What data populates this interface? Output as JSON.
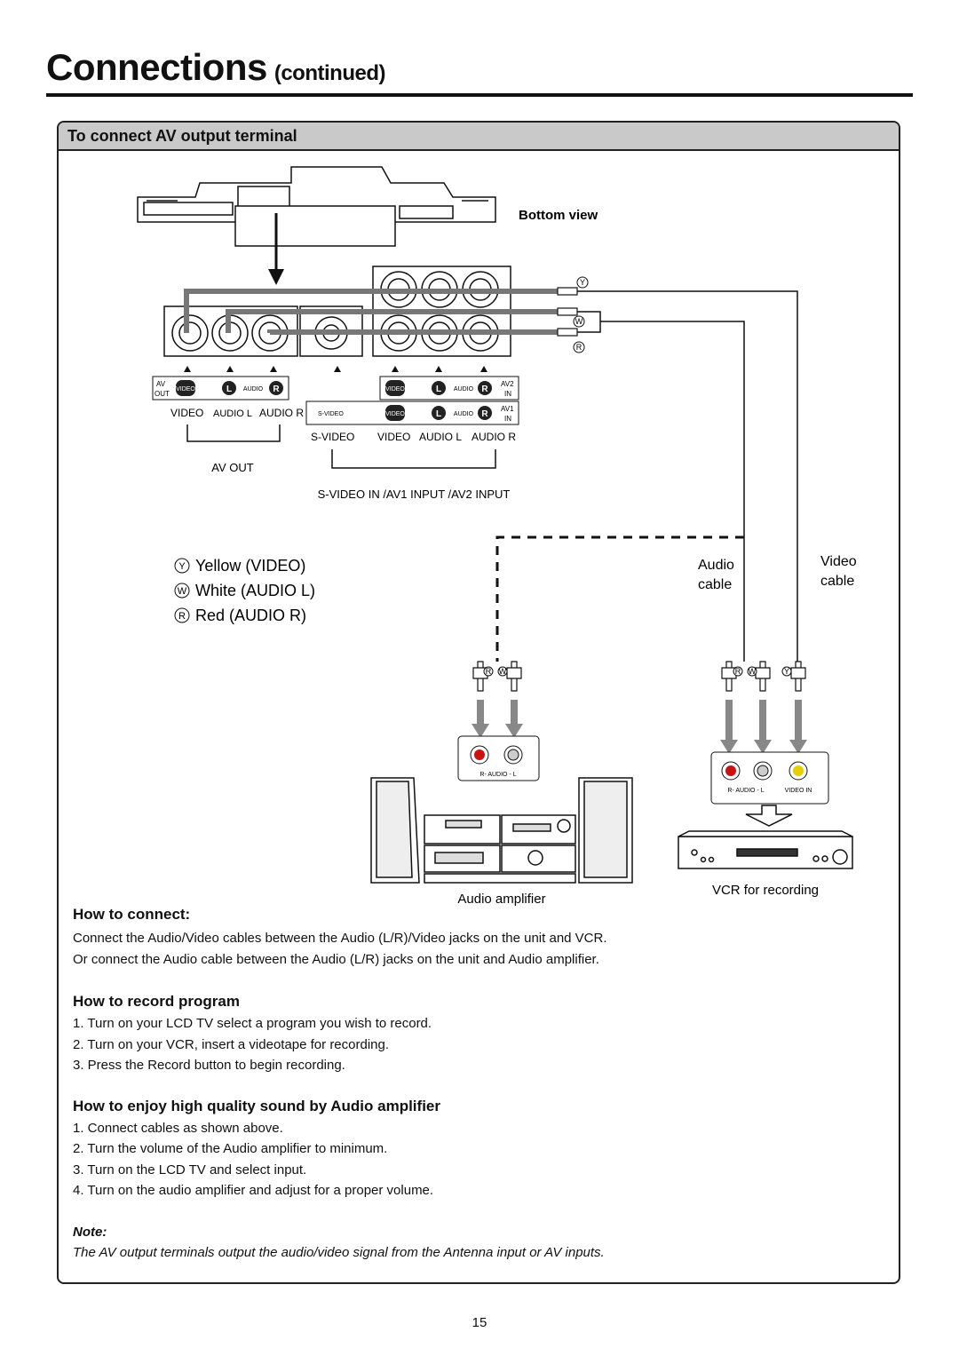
{
  "header": {
    "title": "Connections",
    "continued": "(continued)"
  },
  "panel": {
    "title": "To connect AV output terminal"
  },
  "diagram": {
    "bottom_view": "Bottom view",
    "av_out_box": {
      "av": "AV",
      "out": "OUT",
      "video": "VIDEO",
      "l": "L",
      "audio": "AUDIO",
      "r": "R"
    },
    "av2_box": {
      "video": "VIDEO",
      "l": "L",
      "audio": "AUDIO",
      "r": "R",
      "av2": "AV2",
      "in": "IN"
    },
    "av1_box": {
      "svideo": "S-VIDEO",
      "video": "VIDEO",
      "l": "L",
      "audio": "AUDIO",
      "r": "R",
      "av1": "AV1",
      "in": "IN"
    },
    "under_left": {
      "video": "VIDEO",
      "audio_l": "AUDIO L",
      "audio_r": "AUDIO R"
    },
    "under_right": {
      "svideo": "S-VIDEO",
      "video": "VIDEO",
      "audio_l": "AUDIO L",
      "audio_r": "AUDIO R"
    },
    "av_out_label": "AV OUT",
    "inputs_label": "S-VIDEO IN /AV1 INPUT /AV2 INPUT",
    "legend": [
      {
        "letter": "Y",
        "text": "Yellow (VIDEO)"
      },
      {
        "letter": "W",
        "text": "White (AUDIO L)"
      },
      {
        "letter": "R",
        "text": "Red (AUDIO R)"
      }
    ],
    "audio_cable": [
      "Audio",
      "cable"
    ],
    "video_cable": [
      "Video",
      "cable"
    ],
    "plug_letters": {
      "y": "Y",
      "w": "W",
      "r": "R"
    },
    "amp_jack_label": "R- AUDIO - L",
    "vcr_jack_label_audio": "R- AUDIO - L",
    "vcr_jack_label_video": "VIDEO IN",
    "audio_amplifier": "Audio amplifier",
    "vcr_for_recording": "VCR for recording"
  },
  "how_to_connect": {
    "heading": "How to connect:",
    "lines": [
      "Connect the Audio/Video cables between the Audio (L/R)/Video jacks on the unit and VCR.",
      "Or connect the Audio cable between the Audio (L/R) jacks on the unit and Audio amplifier."
    ]
  },
  "how_to_record": {
    "heading": "How to record program",
    "lines": [
      "1. Turn on your LCD TV  select a program you wish to record.",
      "2. Turn on your VCR, insert a videotape for recording.",
      "3. Press the Record button to begin recording."
    ]
  },
  "how_to_enjoy": {
    "heading": "How to enjoy high quality sound by Audio amplifier",
    "lines": [
      "1. Connect cables as shown above.",
      "2. Turn the volume of the Audio amplifier to minimum.",
      "3. Turn on the LCD TV and select input.",
      "4. Turn on the audio amplifier and adjust for a proper volume."
    ]
  },
  "note": {
    "heading": "Note:",
    "text": "The AV output terminals output the audio/video signal from the Antenna input or AV inputs."
  },
  "page_number": "15",
  "colors": {
    "panel_header": "#c9c9c9",
    "arrow_gray": "#888888",
    "jack_red": "#cc1111",
    "jack_yellow": "#e8d000"
  }
}
